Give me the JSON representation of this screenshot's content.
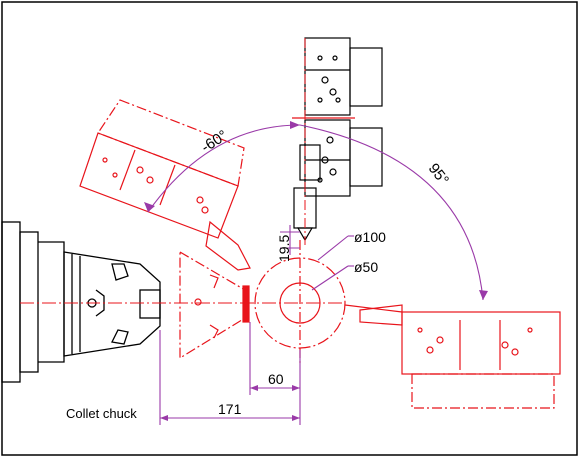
{
  "diagram": {
    "labels": {
      "collet_chuck": "Collet chuck",
      "angle_left": "-60°",
      "angle_right": "95°",
      "dia_outer": "ø100",
      "dia_inner": "ø50",
      "dim_offset": "19.5",
      "dim_60": "60",
      "dim_171": "171"
    },
    "colors": {
      "part": "#e8141b",
      "dimension": "#9a3aa8",
      "outline": "#000000",
      "border": "#000000"
    }
  }
}
